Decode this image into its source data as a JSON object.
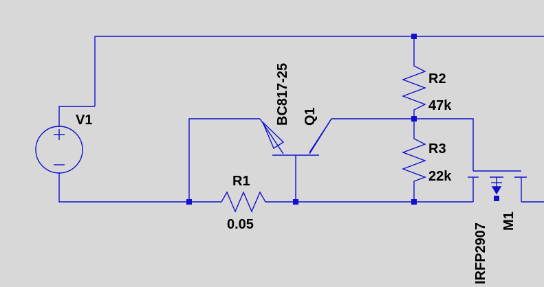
{
  "schematic": {
    "components": {
      "v1": {
        "ref": "V1"
      },
      "r1": {
        "ref": "R1",
        "value": "0.05"
      },
      "r2": {
        "ref": "R2",
        "value": "47k"
      },
      "r3": {
        "ref": "R3",
        "value": "22k"
      },
      "q1": {
        "ref": "Q1",
        "model": "BC817-25"
      },
      "m1": {
        "ref": "M1",
        "model": "IRFP2907"
      }
    },
    "colors": {
      "wire": "#1010d0",
      "background": "#d8d8d8",
      "text": "#000000"
    }
  }
}
